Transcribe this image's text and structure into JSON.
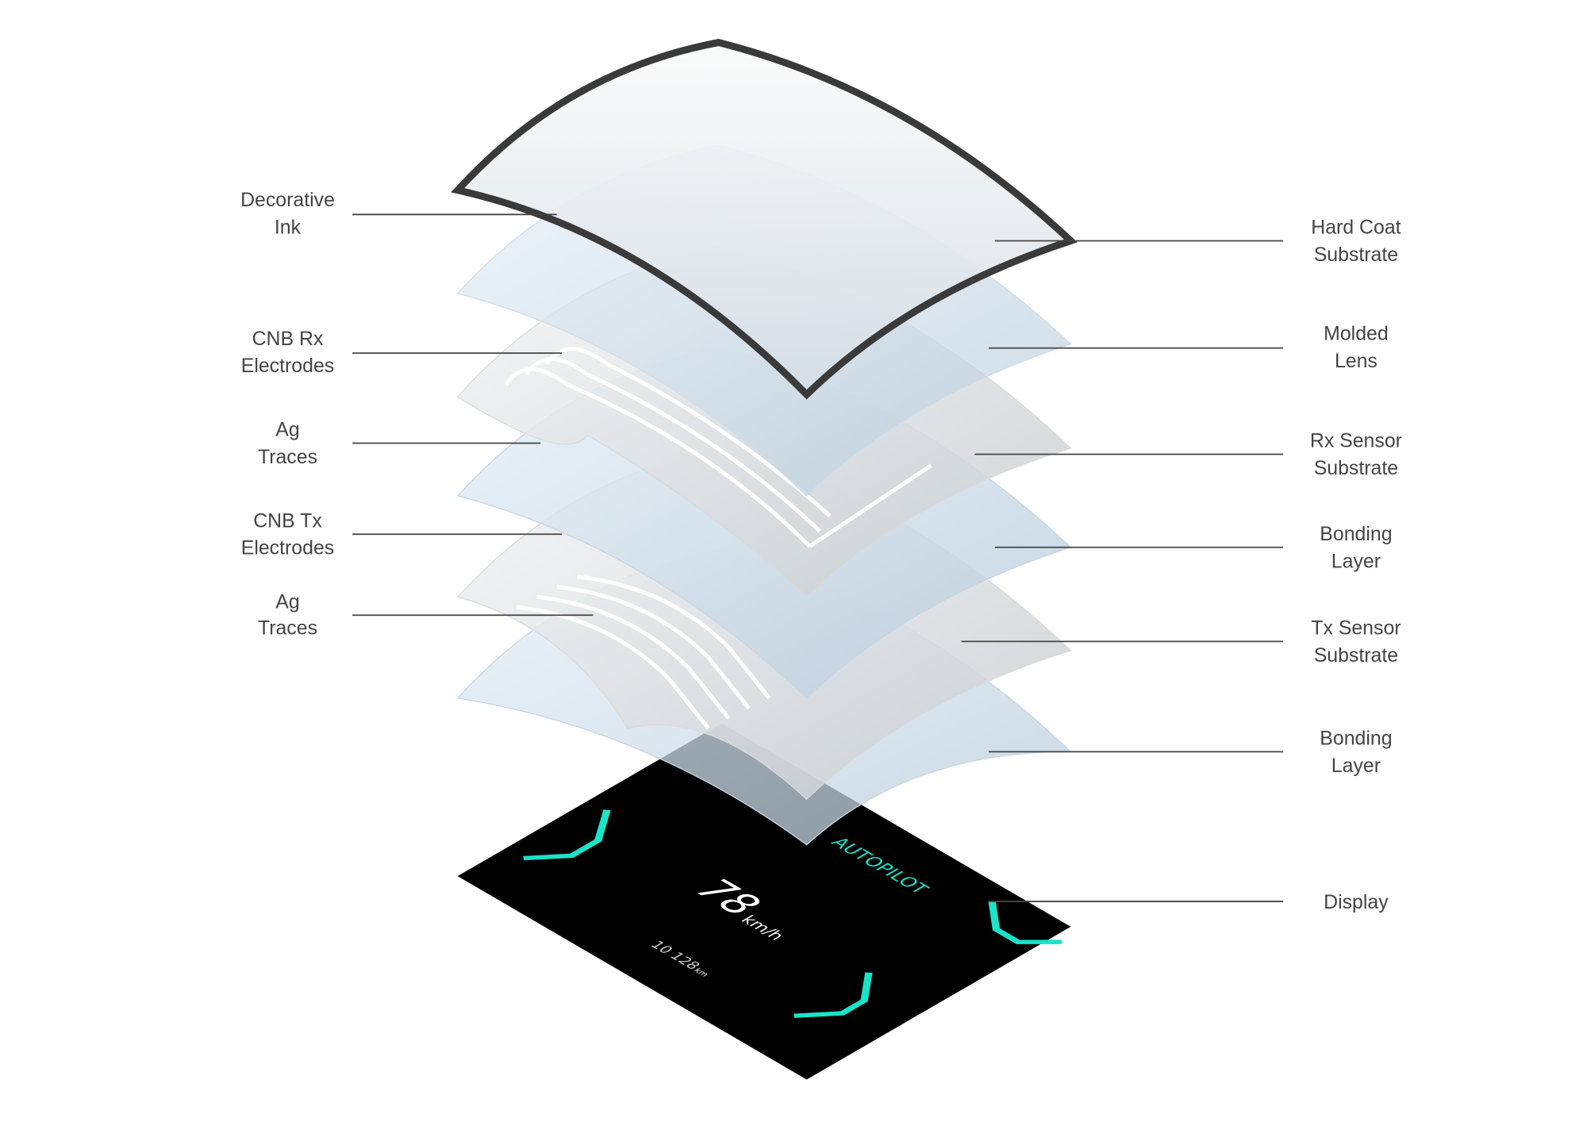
{
  "left_labels": [
    {
      "line1": "Decorative",
      "line2": "Ink"
    },
    {
      "line1": "CNB Rx",
      "line2": "Electrodes"
    },
    {
      "line1": "Ag",
      "line2": "Traces"
    },
    {
      "line1": "CNB Tx",
      "line2": "Electrodes"
    },
    {
      "line1": "Ag",
      "line2": "Traces"
    }
  ],
  "right_labels": [
    {
      "line1": "Hard Coat",
      "line2": "Substrate"
    },
    {
      "line1": "Molded",
      "line2": "Lens"
    },
    {
      "line1": "Rx Sensor",
      "line2": "Substrate"
    },
    {
      "line1": "Bonding",
      "line2": "Layer"
    },
    {
      "line1": "Tx Sensor",
      "line2": "Substrate"
    },
    {
      "line1": "Bonding",
      "line2": "Layer"
    },
    {
      "line1": "Display",
      "line2": ""
    }
  ],
  "display": {
    "speed": "78",
    "speed_unit": "km/h",
    "odometer": "10 128",
    "odometer_unit": "km",
    "mode": "AUTOPILOT"
  },
  "colors": {
    "accent": "#19e3c8",
    "ink_border": "#3a3a3a",
    "label_text": "#444444"
  }
}
